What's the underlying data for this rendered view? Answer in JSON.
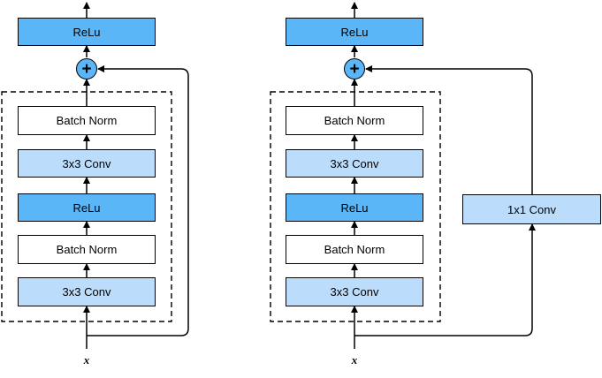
{
  "left_block": {
    "relu_top": "ReLu",
    "add_symbol": "+",
    "batch_norm_top": "Batch Norm",
    "conv_top": "3x3 Conv",
    "relu_mid": "ReLu",
    "batch_norm_bottom": "Batch Norm",
    "conv_bottom": "3x3 Conv",
    "input": "x"
  },
  "right_block": {
    "relu_top": "ReLu",
    "add_symbol": "+",
    "batch_norm_top": "Batch Norm",
    "conv_top": "3x3 Conv",
    "relu_mid": "ReLu",
    "batch_norm_bottom": "Batch Norm",
    "conv_bottom": "3x3 Conv",
    "shortcut_conv": "1x1 Conv",
    "input": "x"
  },
  "colors": {
    "relu": "#5bb6f8",
    "conv": "#bcdcfb",
    "batch_norm": "#ffffff",
    "line": "#000000"
  }
}
